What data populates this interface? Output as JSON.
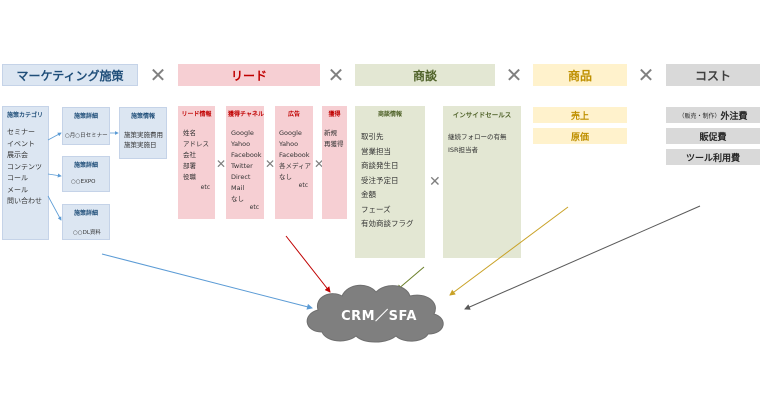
{
  "headers": {
    "marketing": "マーケティング施策",
    "lead": "リード",
    "deal": "商談",
    "product": "商品",
    "cost": "コスト"
  },
  "multiply_sign": "✕",
  "marketing": {
    "category": {
      "title": "施策カテゴリ",
      "items": [
        "セミナー",
        "イベント",
        "展示会",
        "コンテンツ",
        "コール",
        "メール",
        "問い合わせ"
      ]
    },
    "detail_boxes": [
      {
        "title": "施策詳細",
        "text": "○月○日セミナー"
      },
      {
        "title": "施策詳細",
        "text": "○○EXPO"
      },
      {
        "title": "施策詳細",
        "text": "○○DL資料"
      }
    ],
    "info": {
      "title": "施策情報",
      "items": [
        "施策実施費用",
        "施策実施日"
      ]
    }
  },
  "lead": {
    "info": {
      "title": "リード情報",
      "items": [
        "姓名",
        "アドレス",
        "会社",
        "部署",
        "役職"
      ],
      "etc": "etc"
    },
    "channel": {
      "title": "獲得チャネル",
      "items": [
        "Google",
        "Yahoo",
        "Facebook",
        "Twitter",
        "Direct",
        "Mail",
        "なし"
      ],
      "etc": "etc"
    },
    "ad": {
      "title": "広告",
      "items": [
        "Google",
        "Yahoo",
        "Facebook",
        "各メディア",
        "なし"
      ],
      "etc": "etc"
    },
    "acquisition": {
      "title": "獲得",
      "items": [
        "新規",
        "再獲得"
      ]
    }
  },
  "deal": {
    "info": {
      "title": "商談情報",
      "items": [
        "取引先",
        "営業担当",
        "商談発生日",
        "受注予定日",
        "金額",
        "フェーズ",
        "有効商談フラグ"
      ]
    },
    "insidesales": {
      "title": "インサイドセールス",
      "items": [
        "継続フォローの有無",
        "ISR担当者"
      ]
    }
  },
  "product": {
    "items": [
      "売上",
      "原価"
    ]
  },
  "cost": {
    "items": [
      {
        "small": "（販売・制作）",
        "main": "外注費"
      },
      {
        "small": "",
        "main": "販促費"
      },
      {
        "small": "",
        "main": "ツール利用費"
      }
    ]
  },
  "cloud": {
    "label": "CRM／SFA"
  },
  "colors": {
    "marketing_header": "#dce6f2",
    "lead_header": "#f6cfd3",
    "deal_header": "#e3e7d3",
    "product_header": "#fff2cc",
    "cost_header": "#d9d9d9",
    "marketing_arrow": "#5b9bd5",
    "lead_arrow": "#c00000",
    "deal_arrow": "#6b7f2a",
    "insidesales_arrow": "#c9a227",
    "cost_arrow": "#595959",
    "cloud": "#7f7f7f"
  }
}
